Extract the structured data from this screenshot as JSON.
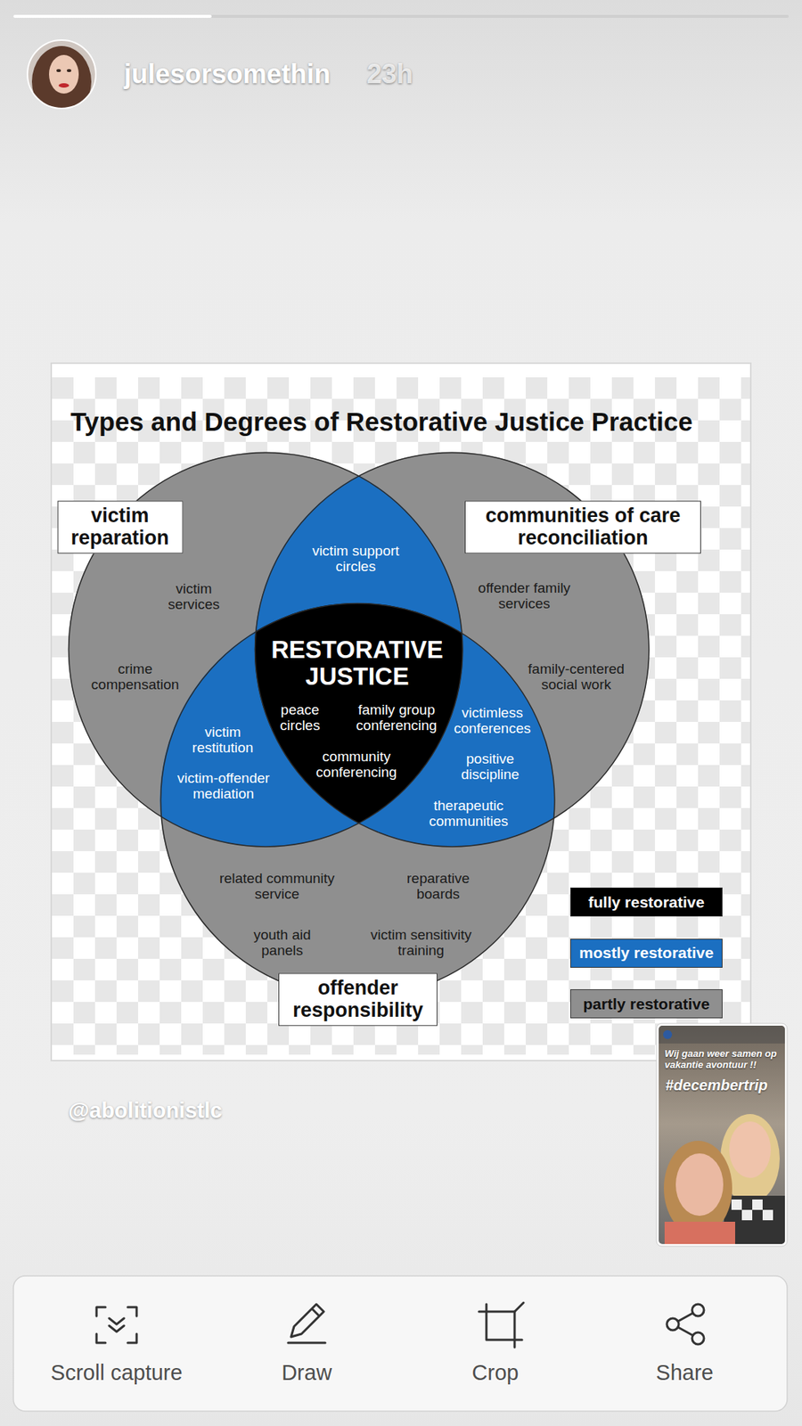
{
  "diagram": {
    "title": "Types and Degrees of Restorative Justice Practice",
    "nodes": [
      {
        "text": [
          "victim reparation",
          "victim services",
          "crime compensation"
        ]
      },
      {
        "text": [
          "communities of care reconciliation",
          "offender family services",
          "family-centered social work"
        ]
      },
      {
        "text": [
          "victim support circles"
        ]
      },
      {
        "text": [
          "RESTORATIVE JUSTICE",
          "peace circles",
          "family group conferencing",
          "community conferencing"
        ]
      },
      {
        "text": [
          "victim restitution",
          "victim-offender mediation"
        ]
      },
      {
        "text": [
          "victimless conferences",
          "positive discipline",
          "therapeutic communities"
        ]
      },
      {
        "text": [
          "offender responsibility",
          "related community service",
          "reparative boards",
          "youth aid panels",
          "victim sensitivity training"
        ]
      }
    ],
    "labels": [
      "julesorsomethin",
      "23h",
      "@abolitionistlc",
      "Wij gaan weer samen op vakantie avontuur !!",
      "#decembertrip",
      "Scroll capture",
      "Draw",
      "Crop",
      "Share"
    ],
    "legend": [
      {
        "text": "fully restorative",
        "color": "#000000"
      },
      {
        "text": "mostly restorative",
        "color": "#1b6fc1"
      },
      {
        "text": "partly restorative",
        "color": "#8f8f8f"
      }
    ]
  }
}
